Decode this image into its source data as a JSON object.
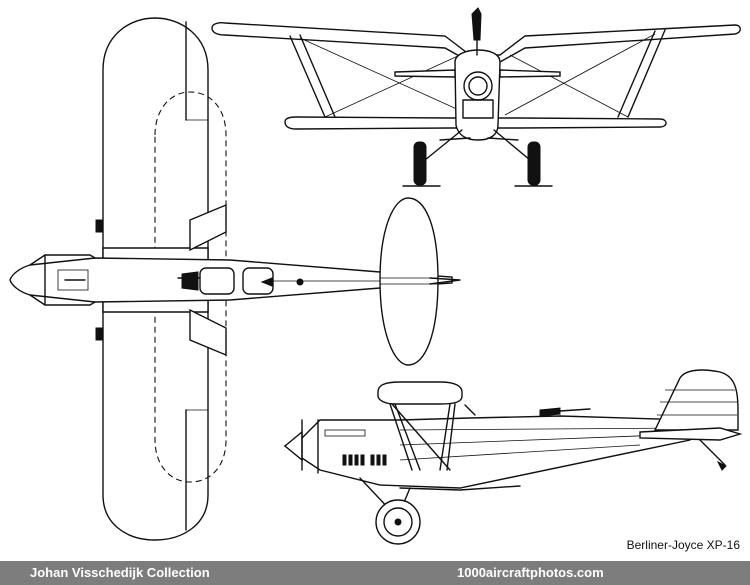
{
  "caption": "Berliner-Joyce XP-16",
  "footer": {
    "collection": "Johan Visschedijk Collection",
    "site": "1000aircraftphotos.com"
  }
}
